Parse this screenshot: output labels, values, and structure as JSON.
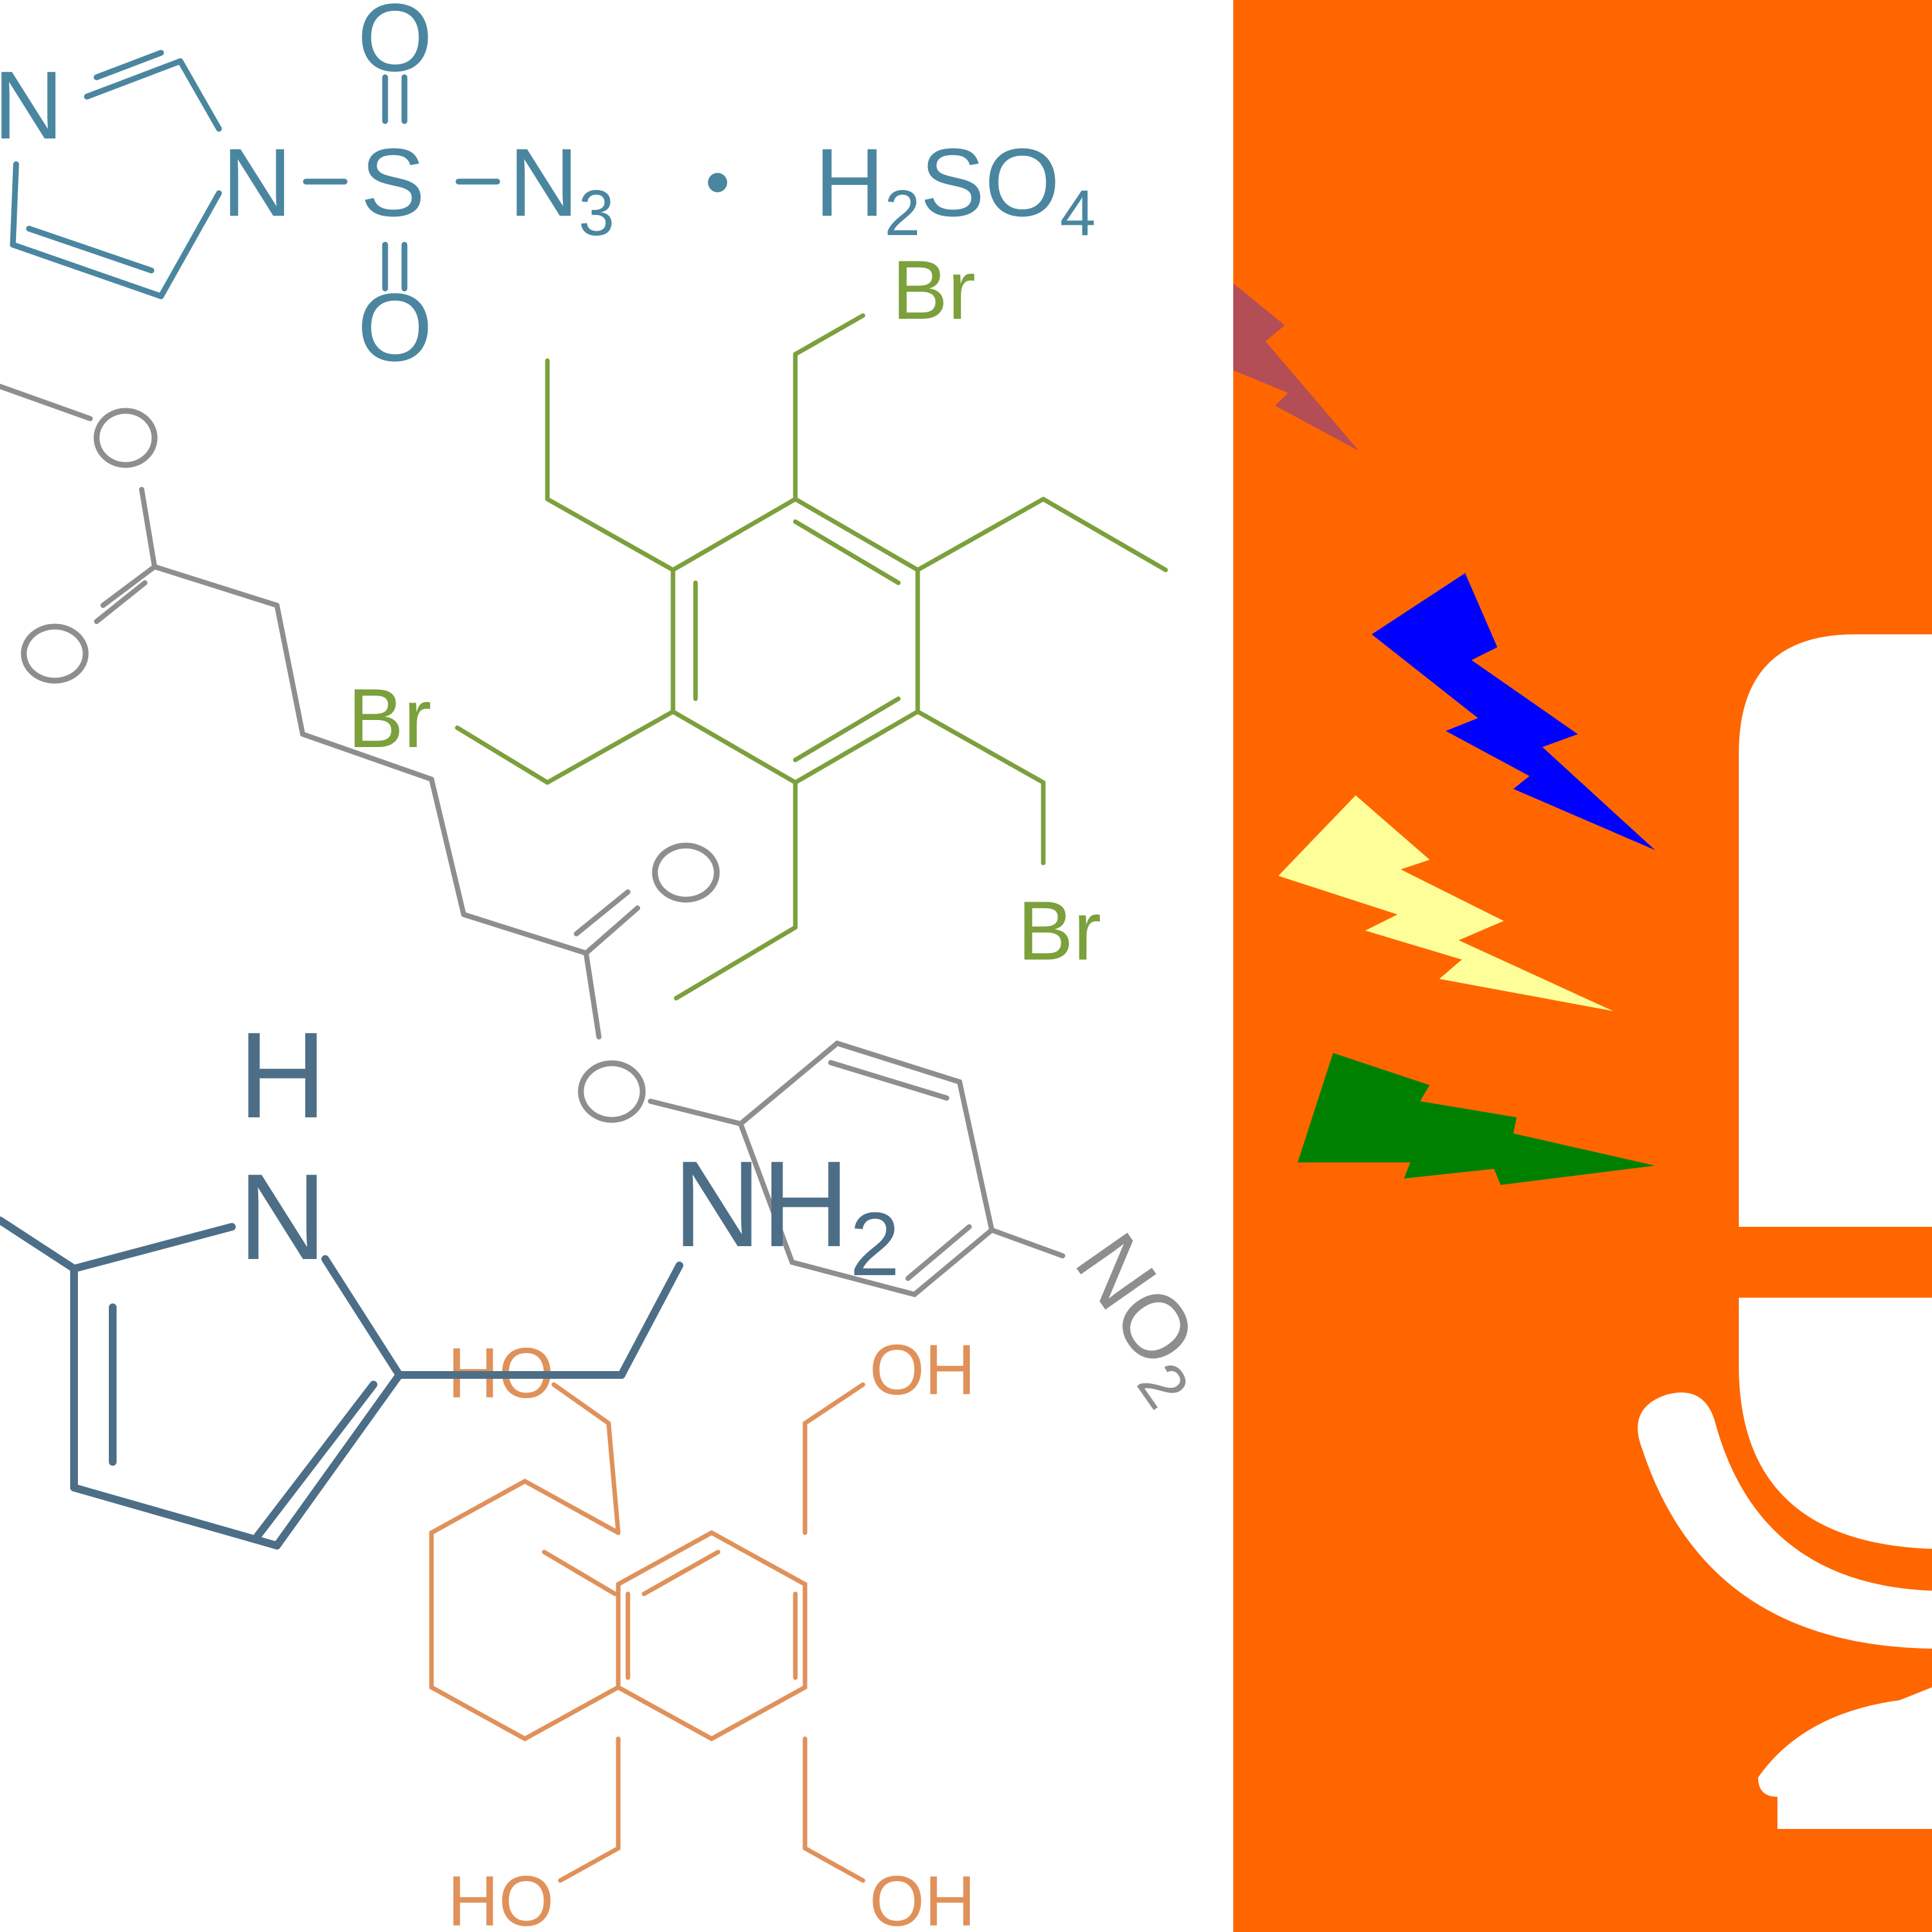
{
  "colors": {
    "background": "#ffffff",
    "panel": "#ff6600",
    "sulfonyl_azide": "#4a86a0",
    "tetrakis_bromomethyl": "#7ba03c",
    "ester_chain": "#8e8e8e",
    "pyrrole_amine": "#4d6e87",
    "naphthalene_tetraol": "#e0915a",
    "mic_icon": "#ffffff",
    "bolt_red": "#b34d56",
    "bolt_blue": "#0000ff",
    "bolt_yellow": "#ffff99",
    "bolt_green": "#008000"
  },
  "molecules": {
    "sulfonyl_azide": {
      "N_ring": "N",
      "N_link": "N",
      "S": "S",
      "O_top": "O",
      "O_bottom": "O",
      "azide": "N",
      "azide_sub": "3",
      "dot": "•",
      "acid_H": "H",
      "acid_H_sub": "2",
      "acid_SO": "SO",
      "acid_SO_sub": "4"
    },
    "tetrakis_bromomethyl": {
      "br_top": "Br",
      "br_left": "Br",
      "br_right": "Br"
    },
    "ester_chain": {
      "O_upper_ester": "O",
      "O_upper_carbonyl": "O",
      "O_lower_carbonyl": "O",
      "O_lower_ester": "O",
      "nitro": "NO",
      "nitro_sub": "2"
    },
    "pyrrole_amine": {
      "H": "H",
      "N_ring": "N",
      "amine": "NH",
      "amine_sub": "2"
    },
    "naphthalene_tetraol": {
      "oh_top_left": "HO",
      "oh_top_right": "OH",
      "oh_bottom_left": "HO",
      "oh_bottom_right": "OH"
    }
  },
  "icons": {
    "microphone": "microphone-icon",
    "bolts": [
      "lightning-bolt-icon",
      "lightning-bolt-icon",
      "lightning-bolt-icon",
      "lightning-bolt-icon"
    ]
  }
}
